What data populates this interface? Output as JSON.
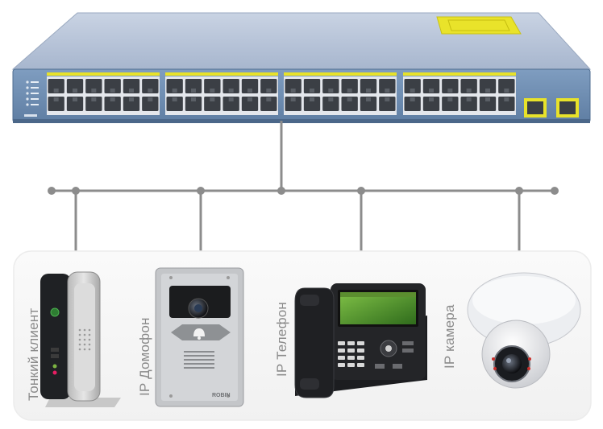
{
  "diagram": {
    "switch": {
      "name": "48-port network switch",
      "port_groups": 4,
      "ports_per_group": 12,
      "uplink_ports": 2,
      "colors": {
        "body": "#b4c2d8",
        "front": "#6f90b6",
        "ports": "#3b3f45",
        "label": "#e8e22a"
      }
    },
    "bus": {
      "color": "#8c8c8c",
      "tap_count": 4
    },
    "devices": [
      {
        "id": "thin-client",
        "label": "Тонкий клиент",
        "icon": "thin-client-icon"
      },
      {
        "id": "ip-intercom",
        "label": "IP Домофон",
        "icon": "intercom-panel-icon",
        "brand": "ROBIN"
      },
      {
        "id": "ip-phone",
        "label": "IP Телефон",
        "icon": "desk-phone-icon"
      },
      {
        "id": "ip-camera",
        "label": "IP камера",
        "icon": "dome-camera-icon"
      }
    ]
  }
}
